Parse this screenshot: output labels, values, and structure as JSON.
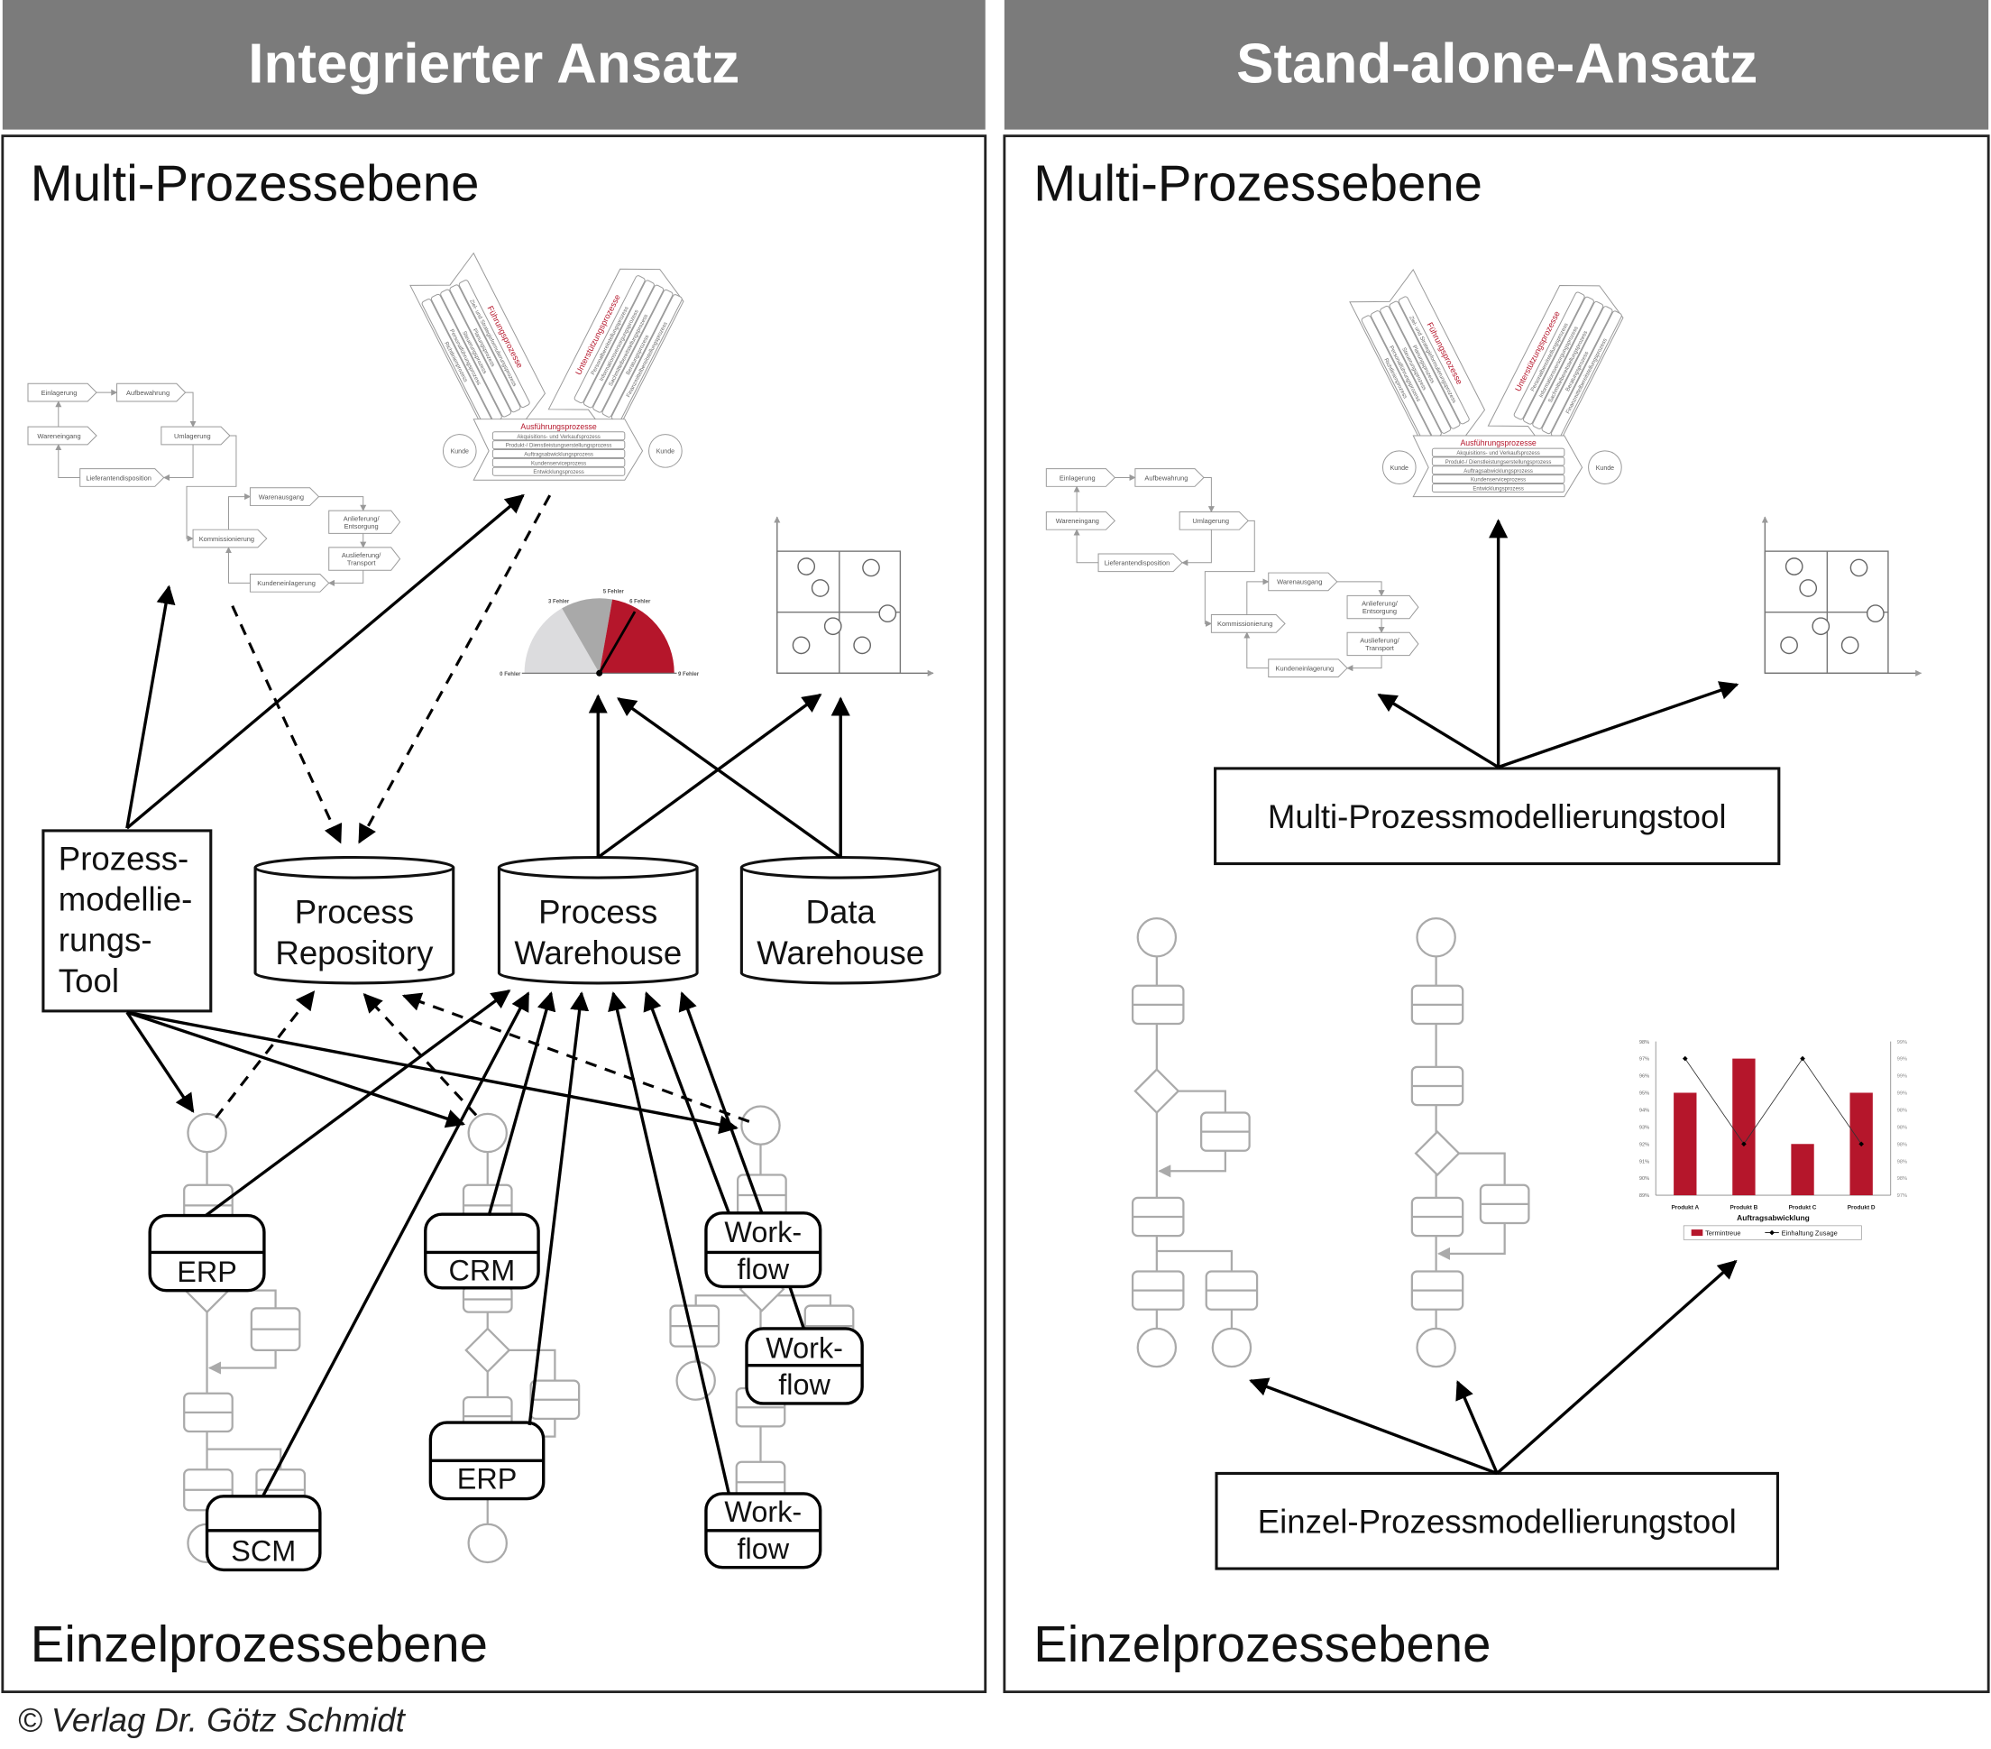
{
  "headers": {
    "left": "Integrierter Ansatz",
    "right": "Stand-alone-Ansatz"
  },
  "left": {
    "top_label": "Multi-Prozessebene",
    "bottom_label": "Einzelprozessebene",
    "tool_lines": [
      "Prozess-",
      "modellie-",
      "rungs-",
      "Tool"
    ],
    "stores": [
      {
        "lines": [
          "Process",
          "Repository"
        ]
      },
      {
        "lines": [
          "Process",
          "Warehouse"
        ]
      },
      {
        "lines": [
          "Data",
          "Warehouse"
        ]
      }
    ],
    "systems": {
      "erp1": "ERP",
      "scm": "SCM",
      "crm": "CRM",
      "erp2": "ERP",
      "workflow1": [
        "Work-",
        "flow"
      ],
      "workflow2": [
        "Work-",
        "flow"
      ],
      "workflow3": [
        "Work-",
        "flow"
      ]
    }
  },
  "right": {
    "top_label": "Multi-Prozessebene",
    "bottom_label": "Einzelprozessebene",
    "multi_tool": "Multi-Prozessmodellierungstool",
    "single_tool": "Einzel-Prozessmodellierungstool"
  },
  "process_flow": {
    "nodes": [
      "Einlagerung",
      "Aufbewahrung",
      "Wareneingang",
      "Umlagerung",
      "Lieferantendisposition",
      "Warenausgang",
      "Anlieferung/\nEntsorgung",
      "Kommissionierung",
      "Auslieferung/\nTransport",
      "Kundeneinlagerung"
    ]
  },
  "process_map": {
    "management": {
      "title": "Führungsprozesse",
      "items": [
        "Ziel- und Strategieformulierungsprozess",
        "Planungsprozess",
        "Steuerungsprozess",
        "Personalführungsprozess",
        "Richtlinienprozess"
      ]
    },
    "support": {
      "title": "Unterstützungsprozesse",
      "items": [
        "Personalbereitstellungsprozess",
        "Informationsversorgungsprozess",
        "Sachmittelbereitstellungsprozess",
        "Beratungsprozess",
        "Finanzmittelbereitstellungsprozess"
      ]
    },
    "core": {
      "title": "Ausführungsprozesse",
      "items": [
        "Akquisitions- und Verkaufsprozess",
        "Produkt-/ Dienstleistungserstellungsprozess",
        "Auftragsabwicklungsprozess",
        "Kundenserviceprozess",
        "Entwicklungsprozess"
      ]
    },
    "customer_label": "Kunde"
  },
  "gauge": {
    "labels": [
      {
        "value": 0,
        "text": "0 Fehler"
      },
      {
        "value": 3,
        "text": "3 Fehler"
      },
      {
        "value": 5,
        "text": "5 Fehler"
      },
      {
        "value": 6,
        "text": "6 Fehler"
      },
      {
        "value": 9,
        "text": "9 Fehler"
      }
    ],
    "segments": [
      {
        "from": 0,
        "to": 3,
        "color": "#dcdcde"
      },
      {
        "from": 3,
        "to": 5,
        "color": "#a9a9a9"
      },
      {
        "from": 5,
        "to": 9,
        "color": "#b5162b"
      }
    ],
    "needle_value": 6
  },
  "chart_data": {
    "type": "bar",
    "categories": [
      "Produkt A",
      "Produkt B",
      "Produkt C",
      "Produkt D"
    ],
    "series": [
      {
        "name": "Termintreue",
        "type": "bar",
        "values": [
          95,
          97,
          92,
          95
        ],
        "color": "#b5162b"
      },
      {
        "name": "Einhaltung Zusage",
        "type": "line",
        "values": [
          97,
          92,
          97,
          92
        ],
        "color": "#000000"
      }
    ],
    "xlabel": "Auftragsabwicklung",
    "ylim": [
      89,
      98
    ],
    "y_ticks": [
      "89%",
      "90%",
      "91%",
      "92%",
      "93%",
      "94%",
      "95%",
      "96%",
      "97%",
      "98%"
    ],
    "y2_ticks": [
      "97%",
      "98%",
      "98%",
      "98%",
      "98%",
      "98%",
      "99%",
      "99%",
      "99%",
      "99%"
    ],
    "legend": "bottom"
  },
  "copyright": "© Verlag Dr. Götz Schmidt",
  "colors": {
    "header": "#7b7b7b",
    "accent_red": "#b5162b"
  }
}
